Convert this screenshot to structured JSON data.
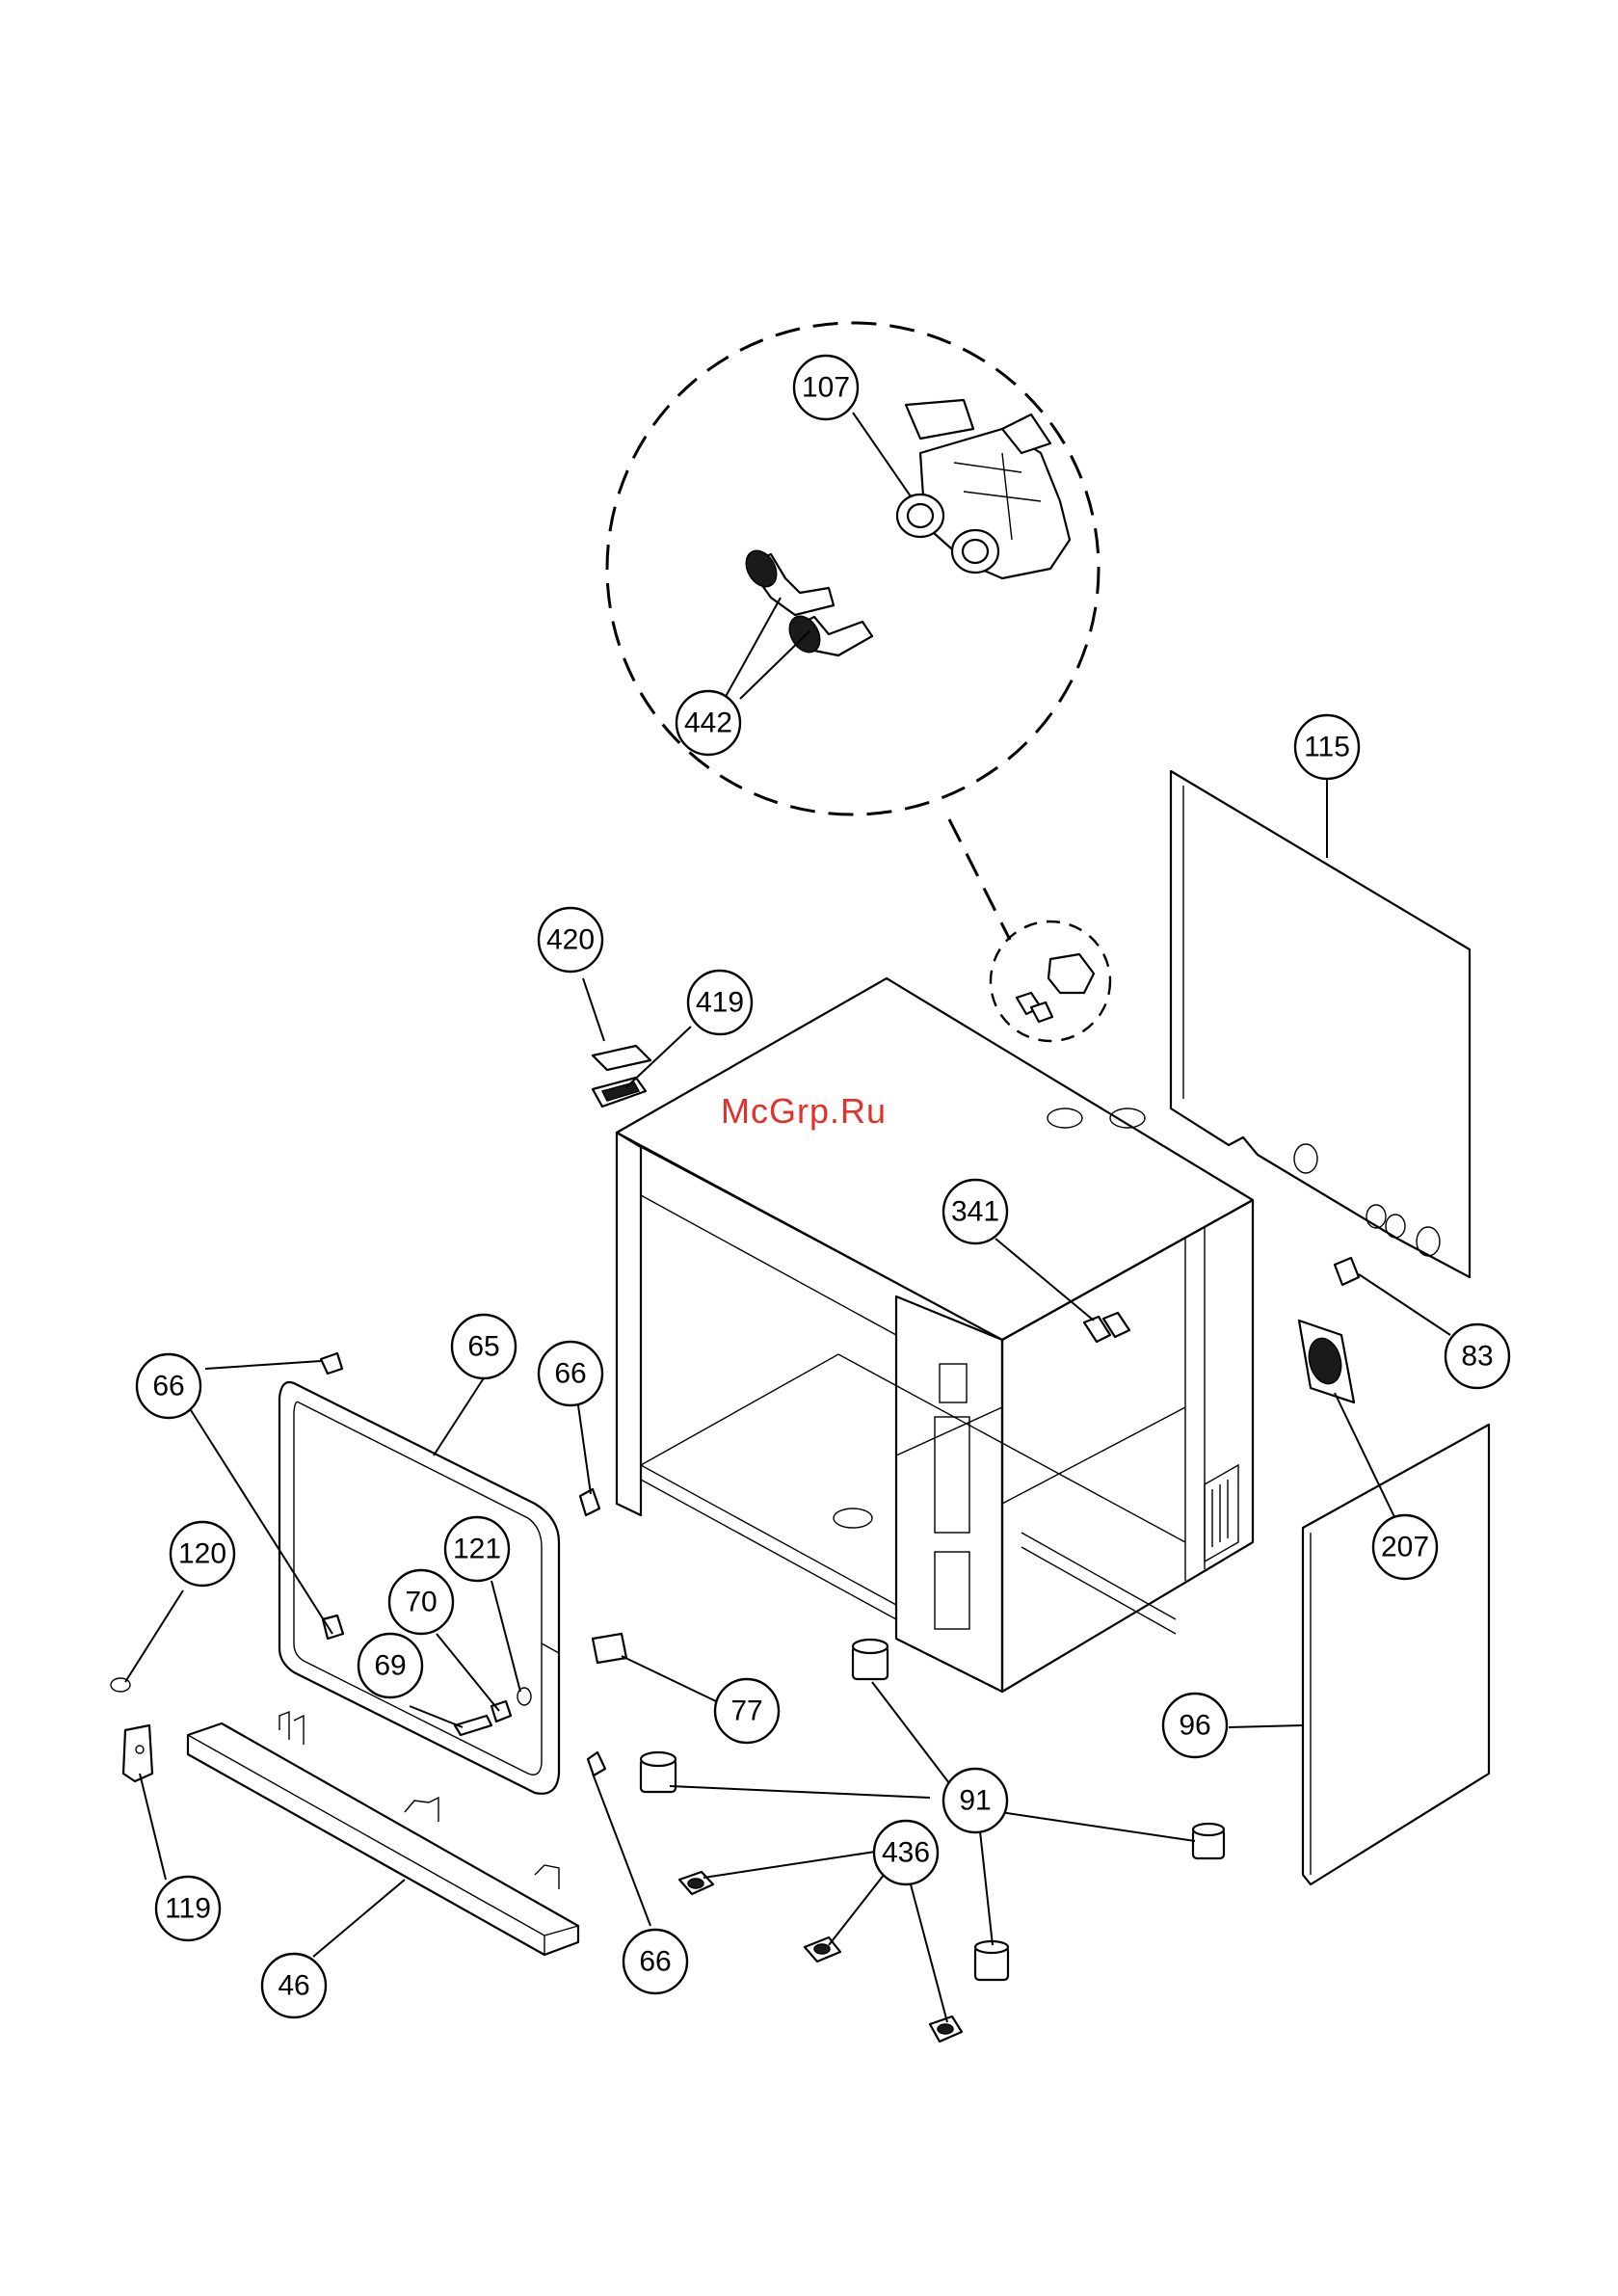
{
  "watermark": "McGrp.Ru",
  "colors": {
    "watermark": "#e0312b",
    "line": "#000000",
    "background": "#ffffff"
  },
  "callouts": [
    {
      "id": "c107",
      "label": "107"
    },
    {
      "id": "c442",
      "label": "442"
    },
    {
      "id": "c115",
      "label": "115"
    },
    {
      "id": "c420",
      "label": "420"
    },
    {
      "id": "c419",
      "label": "419"
    },
    {
      "id": "c341",
      "label": "341"
    },
    {
      "id": "c83",
      "label": "83"
    },
    {
      "id": "c207",
      "label": "207"
    },
    {
      "id": "c66a",
      "label": "66"
    },
    {
      "id": "c65",
      "label": "65"
    },
    {
      "id": "c66b",
      "label": "66"
    },
    {
      "id": "c120",
      "label": "120"
    },
    {
      "id": "c121",
      "label": "121"
    },
    {
      "id": "c70",
      "label": "70"
    },
    {
      "id": "c69",
      "label": "69"
    },
    {
      "id": "c77",
      "label": "77"
    },
    {
      "id": "c96",
      "label": "96"
    },
    {
      "id": "c91",
      "label": "91"
    },
    {
      "id": "c436",
      "label": "436"
    },
    {
      "id": "c119",
      "label": "119"
    },
    {
      "id": "c46",
      "label": "46"
    },
    {
      "id": "c66c",
      "label": "66"
    }
  ]
}
